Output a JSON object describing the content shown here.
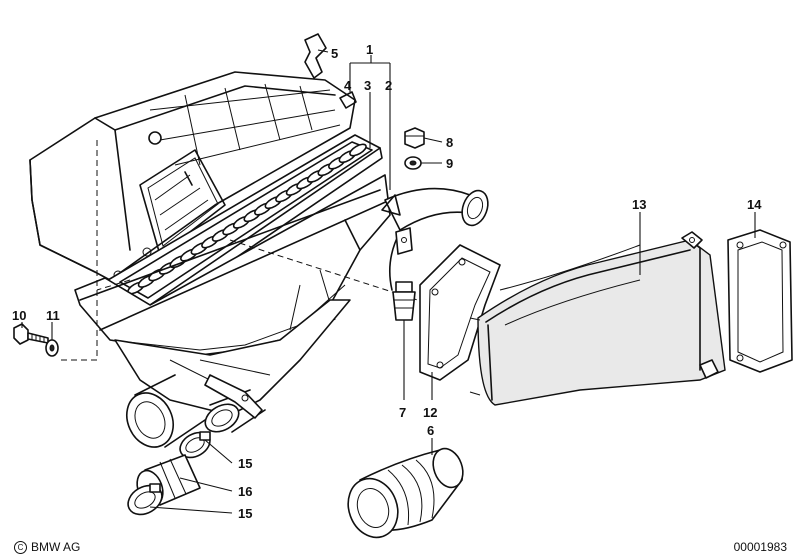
{
  "callouts": [
    "1",
    "2",
    "3",
    "4",
    "5",
    "6",
    "7",
    "8",
    "9",
    "10",
    "11",
    "12",
    "13",
    "14",
    "15",
    "15",
    "16"
  ],
  "footer": {
    "brand": "BMW AG",
    "reference": "00001983",
    "copyright_icon": "copyright-icon"
  }
}
